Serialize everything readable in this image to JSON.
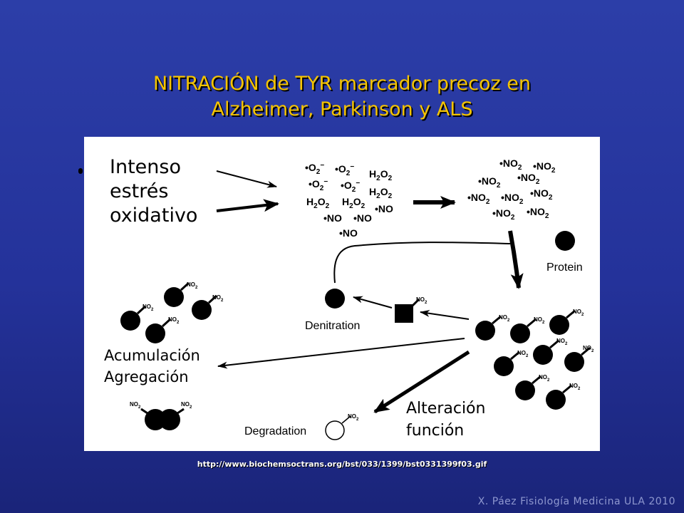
{
  "slide": {
    "title_line1": "NITRACIÓN de TYR marcador precoz en",
    "title_line2": "Alzheimer, Parkinson y ALS",
    "source_url": "http://www.biochemsoctrans.org/bst/033/1399/bst0331399f03.gif",
    "footer": "X. Páez Fisiología Medicina ULA 2010",
    "colors": {
      "title": "#f5c400",
      "background": "#2c3ea8"
    }
  },
  "overlay": {
    "stress": [
      "Intenso",
      "estrés",
      "oxidativo"
    ],
    "accumulation": [
      "Acumulación",
      "Agregación"
    ],
    "alteration": [
      "Alteración",
      "función"
    ]
  },
  "diagram": {
    "radical": "•",
    "superoxide_main": "O",
    "superoxide_sub": "2",
    "superoxide_sup": "−",
    "h2o2_main": "H",
    "h2o2_sub": "2",
    "h2o2_o": "O",
    "no_label": "NO",
    "no2_label": "NO",
    "no2_sub": "2",
    "protein_label": "Protein",
    "denitration_label": "Denitration",
    "degradation_label": "Degradation",
    "small_no2": "NO",
    "small_no2_sub": "2"
  }
}
